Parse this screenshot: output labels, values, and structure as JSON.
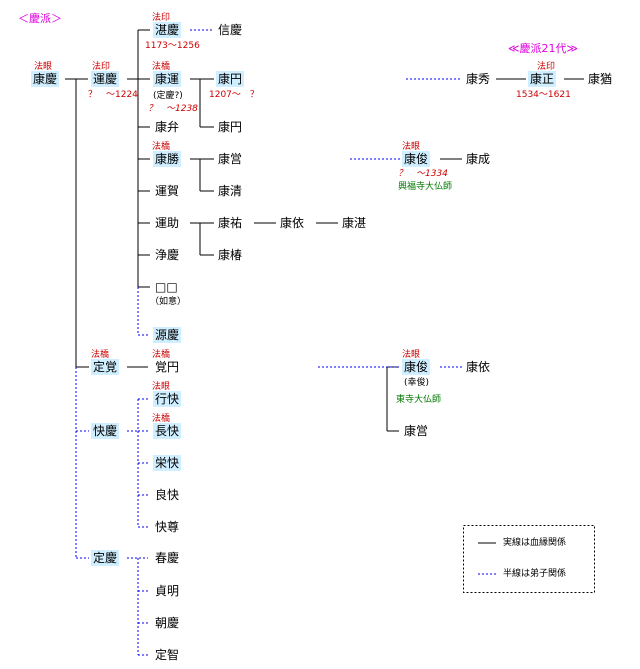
{
  "title": "＜慶派＞",
  "subtitle": "≪慶派21代≫",
  "names": {
    "kokei": "康慶",
    "unkei": "運慶",
    "tankei": "湛慶",
    "shinkei": "信慶",
    "koun": "康運",
    "koen1": "康円",
    "koen2": "康円",
    "koben": "康弁",
    "kosho": "康勝",
    "koei": "康営",
    "unga": "運賀",
    "kosei": "康清",
    "unjo": "運助",
    "koyu": "康祐",
    "koi1": "康依",
    "kotan": "康湛",
    "jokei": "浄慶",
    "kochin": "康椿",
    "blank": "□□",
    "genkei": "源慶",
    "jokaku": "定覚",
    "kakuen": "覚円",
    "kaikei": "快慶",
    "gyokai": "行快",
    "chokai": "長快",
    "eikai": "栄快",
    "ryokai": "良快",
    "kaison": "快尊",
    "jokei2": "定慶",
    "shunkei": "春慶",
    "teimei": "貞明",
    "chokei": "朝慶",
    "jochi": "定智",
    "koshun1": "康俊",
    "kojo": "康成",
    "koshun2": "康俊",
    "koi2": "康依",
    "koei2": "康営",
    "koshu": "康秀",
    "kosho2": "康正",
    "koyu2": "康猶"
  },
  "ranks": {
    "kokei": "法眼",
    "unkei": "法印",
    "tankei": "法印",
    "koun": "法橋",
    "kosho": "法橋",
    "jokaku": "法橋",
    "kakuen": "法橋",
    "gyokai": "法眼",
    "chokai": "法橋",
    "koshun1": "法眼",
    "koshun2": "法眼",
    "kosho2": "法印"
  },
  "dates": {
    "unkei": "？　～1224",
    "tankei": "1173～1256",
    "koun": "？　～1238",
    "koen1": "1207～　？",
    "koshun1": "？　～1334",
    "kosho2": "1534～1621"
  },
  "notes": {
    "koun": "(定慶?)",
    "blank": "（如意）",
    "koshun2": "(幸俊)"
  },
  "temples": {
    "koshun1": "興福寺大仏師",
    "koshun2": "東寺大仏師"
  },
  "legend": {
    "solid": "実線は血縁関係",
    "dashed": "半線は弟子関係"
  },
  "colors": {
    "highlight": "#cfeeff",
    "rank": "#cc0000",
    "temple": "#007700",
    "title": "#e000e0",
    "dashed": "#0000ff",
    "solid": "#000000"
  }
}
